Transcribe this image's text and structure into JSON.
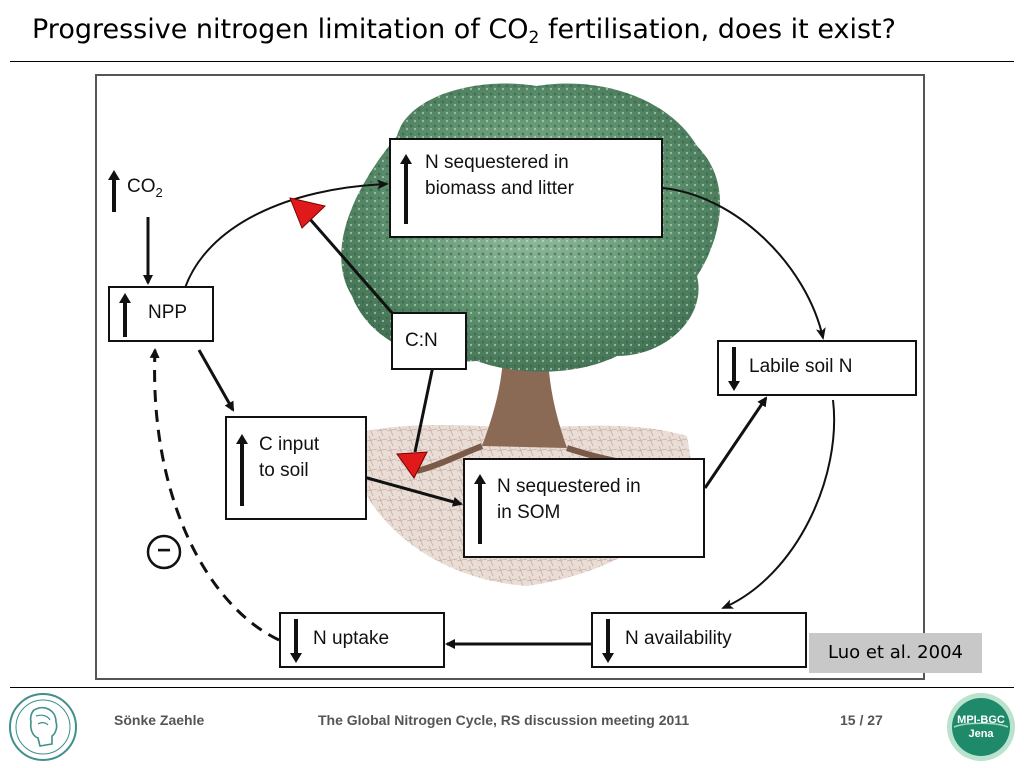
{
  "slide": {
    "title_main": "Progressive nitrogen limitation of CO",
    "title_sub": "2",
    "title_rest": " fertilisation, does it exist?"
  },
  "diagram": {
    "co2_label": "CO",
    "co2_sub": "2",
    "npp": "NPP",
    "n_biomass_line1": "N sequestered in",
    "n_biomass_line2": "biomass and litter",
    "cn": "C:N",
    "labile": "Labile soil N",
    "c_input_line1": "C input",
    "c_input_line2": "to soil",
    "n_som_line1": "N sequestered in",
    "n_som_line2": "in SOM",
    "n_uptake": "N uptake",
    "n_avail": "N availability",
    "minus": "−"
  },
  "citation": "Luo et al. 2004",
  "footer": {
    "author": "Sönke Zaehle",
    "event": "The Global Nitrogen Cycle, RS discussion meeting 2011",
    "page_current": "15",
    "page_sep": " / ",
    "page_total": "27"
  },
  "logo_right": {
    "line1": "MPI-BGC",
    "line2": "Jena"
  }
}
